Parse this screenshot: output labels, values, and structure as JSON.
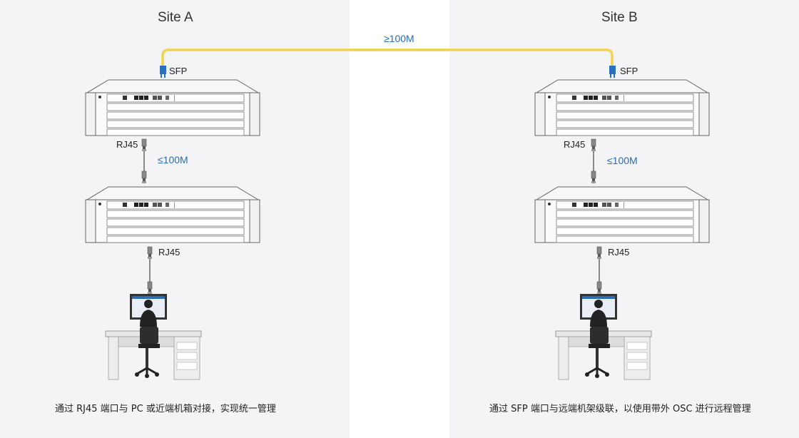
{
  "site_a": {
    "title": "Site A",
    "sfp_label": "SFP",
    "rj45_upper": "RJ45",
    "link_between_chassis": "≤100M",
    "rj45_lower": "RJ45",
    "caption": "通过 RJ45 端口与 PC 或近端机箱对接，实现统一管理"
  },
  "site_b": {
    "title": "Site B",
    "sfp_label": "SFP",
    "rj45_upper": "RJ45",
    "link_between_chassis": "≤100M",
    "rj45_lower": "RJ45",
    "caption": "通过 SFP 端口与远端机架级联，以使用带外 OSC 进行远程管理"
  },
  "fiber_link": {
    "label": "≥100M"
  },
  "colors": {
    "panel_bg": "#f4f4f6",
    "fiber": "#f3dd6b",
    "link_text": "#2a6db5",
    "sfp_connector": "#2d6fbf"
  }
}
